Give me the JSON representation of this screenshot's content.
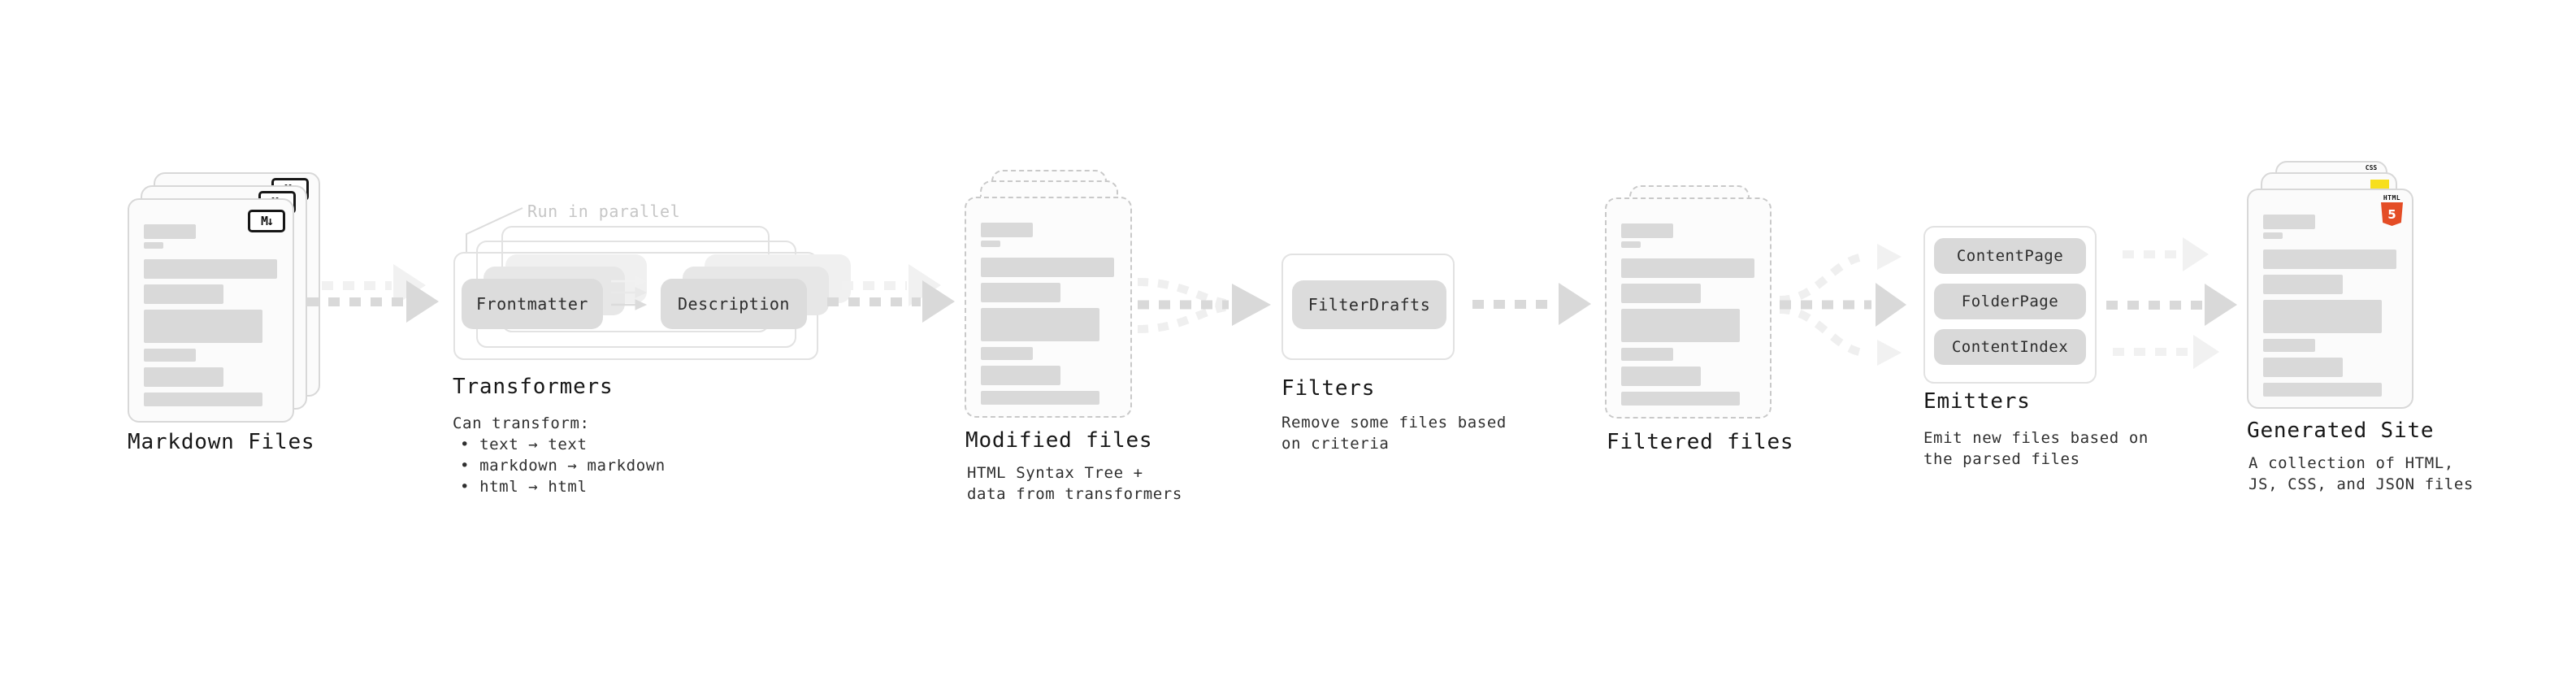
{
  "colors": {
    "card_border": "#d8d8d8",
    "dashed_border": "#c9c9c9",
    "placeholder_bar": "#d9d9d9",
    "pill_bg": "#dcdcdc",
    "arrow": "#d9d9d9",
    "arrow_faint": "#f1f1f1",
    "annotation_gray": "#c6c6c6",
    "js_yellow": "#f7df1e",
    "html5_orange": "#e44d26",
    "css_blue": "#2862e9"
  },
  "stages": {
    "markdown_files": {
      "heading": "Markdown Files",
      "icon_text": "M↓"
    },
    "transformers": {
      "heading": "Transformers",
      "annotation": "Run in parallel",
      "pill_left": "Frontmatter",
      "pill_right": "Description",
      "note_title": "Can transform:",
      "bullets": [
        "• text → text",
        "• markdown → markdown",
        "• html → html"
      ]
    },
    "modified_files": {
      "heading": "Modified files",
      "note_lines": [
        "HTML Syntax Tree +",
        "data from transformers"
      ]
    },
    "filters": {
      "heading": "Filters",
      "pill": "FilterDrafts",
      "note_lines": [
        "Remove some files based",
        "on criteria"
      ]
    },
    "filtered_files": {
      "heading": "Filtered files"
    },
    "emitters": {
      "heading": "Emitters",
      "pills": [
        "ContentPage",
        "FolderPage",
        "ContentIndex"
      ],
      "note_lines": [
        "Emit new files based on",
        "the parsed files"
      ]
    },
    "generated_site": {
      "heading": "Generated Site",
      "note_lines": [
        "A collection of HTML,",
        "JS, CSS, and JSON files"
      ],
      "badges": {
        "css": "CSS",
        "html_word": "HTML",
        "html_number": "5"
      }
    }
  }
}
